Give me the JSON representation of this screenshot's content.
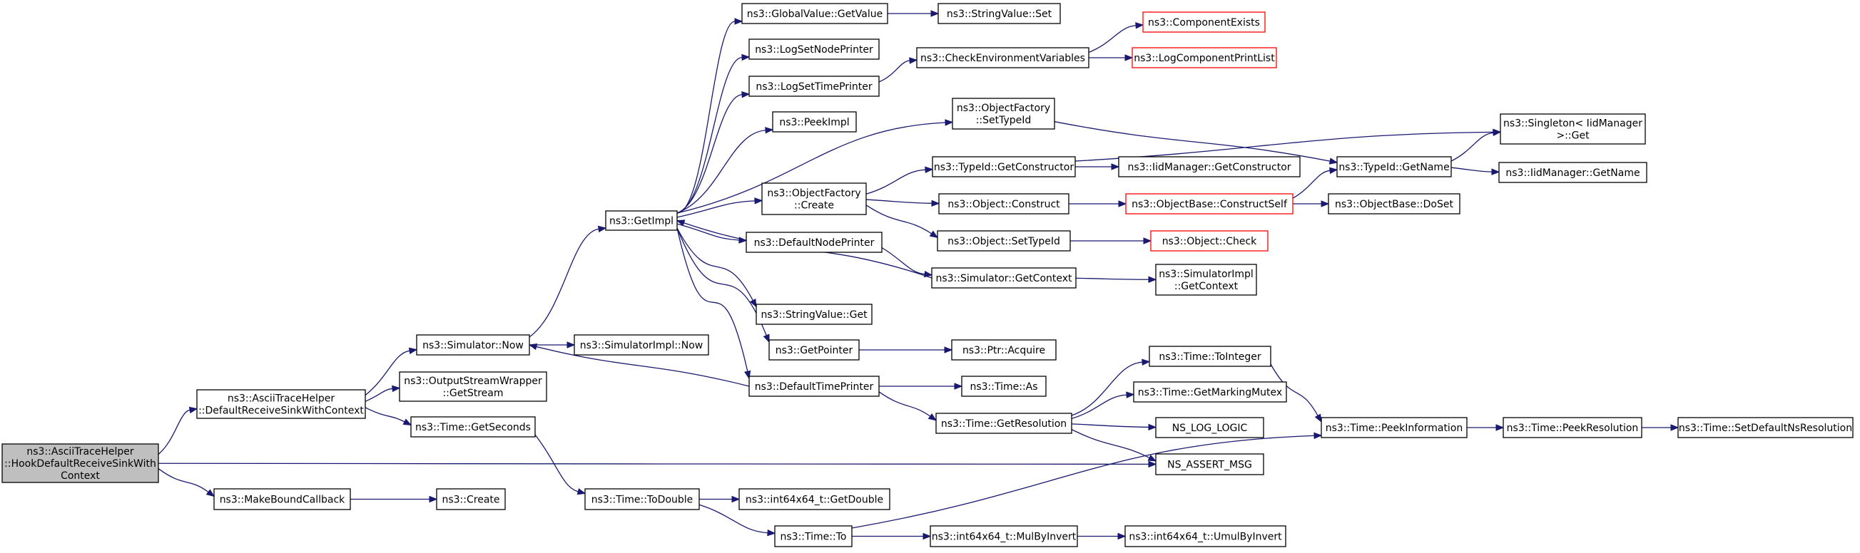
{
  "graph": {
    "colors": {
      "edge": "#191970",
      "node_border": "#000000",
      "external_border": "#ff0000",
      "root_fill": "#bfbfbf",
      "node_fill": "#ffffff"
    },
    "nodes": [
      {
        "id": "root",
        "lines": [
          "ns3::AsciiTraceHelper",
          "::HookDefaultReceiveSinkWith",
          "Context"
        ],
        "style": "root"
      },
      {
        "id": "drswc",
        "lines": [
          "ns3::AsciiTraceHelper",
          "::DefaultReceiveSinkWithContext"
        ]
      },
      {
        "id": "makebound",
        "lines": [
          "ns3::MakeBoundCallback"
        ]
      },
      {
        "id": "create",
        "lines": [
          "ns3::Create"
        ]
      },
      {
        "id": "simnow",
        "lines": [
          "ns3::Simulator::Now"
        ]
      },
      {
        "id": "oswgs",
        "lines": [
          "ns3::OutputStreamWrapper",
          "::GetStream"
        ]
      },
      {
        "id": "getseconds",
        "lines": [
          "ns3::Time::GetSeconds"
        ]
      },
      {
        "id": "simimplnow",
        "lines": [
          "ns3::SimulatorImpl::Now"
        ]
      },
      {
        "id": "getimpl",
        "lines": [
          "ns3::GetImpl"
        ]
      },
      {
        "id": "todouble",
        "lines": [
          "ns3::Time::ToDouble"
        ]
      },
      {
        "id": "gvgetvalue",
        "lines": [
          "ns3::GlobalValue::GetValue"
        ]
      },
      {
        "id": "logsetnode",
        "lines": [
          "ns3::LogSetNodePrinter"
        ]
      },
      {
        "id": "logsettime",
        "lines": [
          "ns3::LogSetTimePrinter"
        ]
      },
      {
        "id": "peekimpl",
        "lines": [
          "ns3::PeekImpl"
        ]
      },
      {
        "id": "ofcreate",
        "lines": [
          "ns3::ObjectFactory",
          "::Create"
        ]
      },
      {
        "id": "defnodeprinter",
        "lines": [
          "ns3::DefaultNodePrinter"
        ]
      },
      {
        "id": "stringget",
        "lines": [
          "ns3::StringValue::Get"
        ]
      },
      {
        "id": "getpointer",
        "lines": [
          "ns3::GetPointer"
        ]
      },
      {
        "id": "deftimeprinter",
        "lines": [
          "ns3::DefaultTimePrinter"
        ]
      },
      {
        "id": "timeto",
        "lines": [
          "ns3::Time::To"
        ]
      },
      {
        "id": "stringset",
        "lines": [
          "ns3::StringValue::Set"
        ]
      },
      {
        "id": "checkenv",
        "lines": [
          "ns3::CheckEnvironmentVariables"
        ]
      },
      {
        "id": "ofsettypeid",
        "lines": [
          "ns3::ObjectFactory",
          "::SetTypeId"
        ]
      },
      {
        "id": "tidgetctor",
        "lines": [
          "ns3::TypeId::GetConstructor"
        ]
      },
      {
        "id": "objconstruct",
        "lines": [
          "ns3::Object::Construct"
        ]
      },
      {
        "id": "objsettypeid",
        "lines": [
          "ns3::Object::SetTypeId"
        ]
      },
      {
        "id": "simgetctx",
        "lines": [
          "ns3::Simulator::GetContext"
        ]
      },
      {
        "id": "ptracquire",
        "lines": [
          "ns3::Ptr::Acquire"
        ]
      },
      {
        "id": "timeas",
        "lines": [
          "ns3::Time::As"
        ]
      },
      {
        "id": "getres",
        "lines": [
          "ns3::Time::GetResolution"
        ]
      },
      {
        "id": "i64getdouble",
        "lines": [
          "ns3::int64x64_t::GetDouble"
        ]
      },
      {
        "id": "i64mulbyinv",
        "lines": [
          "ns3::int64x64_t::MulByInvert"
        ]
      },
      {
        "id": "compexists",
        "lines": [
          "ns3::ComponentExists"
        ],
        "style": "ext"
      },
      {
        "id": "logcompprint",
        "lines": [
          "ns3::LogComponentPrintList"
        ],
        "style": "ext"
      },
      {
        "id": "iidgetctor",
        "lines": [
          "ns3::IidManager::GetConstructor"
        ]
      },
      {
        "id": "objbaseconst",
        "lines": [
          "ns3::ObjectBase::ConstructSelf"
        ],
        "style": "ext"
      },
      {
        "id": "objcheck",
        "lines": [
          "ns3::Object::Check"
        ],
        "style": "ext"
      },
      {
        "id": "simimplctx",
        "lines": [
          "ns3::SimulatorImpl",
          "::GetContext"
        ]
      },
      {
        "id": "toint",
        "lines": [
          "ns3::Time::ToInteger"
        ]
      },
      {
        "id": "markingmutex",
        "lines": [
          "ns3::Time::GetMarkingMutex"
        ]
      },
      {
        "id": "nslogic",
        "lines": [
          "NS_LOG_LOGIC"
        ]
      },
      {
        "id": "nsassert",
        "lines": [
          "NS_ASSERT_MSG"
        ]
      },
      {
        "id": "i64umul",
        "lines": [
          "ns3::int64x64_t::UmulByInvert"
        ]
      },
      {
        "id": "tidgetname",
        "lines": [
          "ns3::TypeId::GetName"
        ]
      },
      {
        "id": "objbasedoset",
        "lines": [
          "ns3::ObjectBase::DoSet"
        ]
      },
      {
        "id": "peekinfo",
        "lines": [
          "ns3::Time::PeekInformation"
        ]
      },
      {
        "id": "singleton",
        "lines": [
          "ns3::Singleton< IidManager",
          ">::Get"
        ]
      },
      {
        "id": "iidgetname",
        "lines": [
          "ns3::IidManager::GetName"
        ]
      },
      {
        "id": "peekres",
        "lines": [
          "ns3::Time::PeekResolution"
        ]
      },
      {
        "id": "setdefres",
        "lines": [
          "ns3::Time::SetDefaultNsResolution"
        ]
      }
    ],
    "edges": [
      [
        "root",
        "drswc"
      ],
      [
        "root",
        "makebound"
      ],
      [
        "root",
        "nsassert"
      ],
      [
        "drswc",
        "simnow"
      ],
      [
        "drswc",
        "oswgs"
      ],
      [
        "drswc",
        "getseconds"
      ],
      [
        "makebound",
        "create"
      ],
      [
        "simnow",
        "simimplnow"
      ],
      [
        "simnow",
        "getimpl"
      ],
      [
        "getseconds",
        "todouble"
      ],
      [
        "getimpl",
        "gvgetvalue"
      ],
      [
        "getimpl",
        "logsetnode"
      ],
      [
        "getimpl",
        "logsettime"
      ],
      [
        "getimpl",
        "peekimpl"
      ],
      [
        "getimpl",
        "ofsettypeid"
      ],
      [
        "getimpl",
        "ofcreate"
      ],
      [
        "getimpl",
        "defnodeprinter"
      ],
      [
        "getimpl",
        "stringget"
      ],
      [
        "getimpl",
        "getpointer"
      ],
      [
        "getimpl",
        "deftimeprinter"
      ],
      [
        "gvgetvalue",
        "stringset"
      ],
      [
        "logsettime",
        "checkenv"
      ],
      [
        "checkenv",
        "compexists"
      ],
      [
        "checkenv",
        "logcompprint"
      ],
      [
        "ofsettypeid",
        "tidgetname"
      ],
      [
        "ofcreate",
        "tidgetctor"
      ],
      [
        "ofcreate",
        "objconstruct"
      ],
      [
        "ofcreate",
        "objsettypeid"
      ],
      [
        "defnodeprinter",
        "simgetctx"
      ],
      [
        "simgetctx",
        "getimpl"
      ],
      [
        "simgetctx",
        "simimplctx"
      ],
      [
        "getpointer",
        "ptracquire"
      ],
      [
        "deftimeprinter",
        "simnow"
      ],
      [
        "deftimeprinter",
        "timeas"
      ],
      [
        "deftimeprinter",
        "getres"
      ],
      [
        "tidgetctor",
        "iidgetctor"
      ],
      [
        "tidgetctor",
        "singleton"
      ],
      [
        "objconstruct",
        "objbaseconst"
      ],
      [
        "objsettypeid",
        "objcheck"
      ],
      [
        "objbaseconst",
        "tidgetname"
      ],
      [
        "objbaseconst",
        "objbasedoset"
      ],
      [
        "tidgetname",
        "singleton"
      ],
      [
        "tidgetname",
        "iidgetname"
      ],
      [
        "getres",
        "toint"
      ],
      [
        "getres",
        "markingmutex"
      ],
      [
        "getres",
        "nslogic"
      ],
      [
        "getres",
        "nsassert"
      ],
      [
        "toint",
        "peekinfo"
      ],
      [
        "todouble",
        "i64getdouble"
      ],
      [
        "todouble",
        "timeto"
      ],
      [
        "timeto",
        "peekinfo"
      ],
      [
        "timeto",
        "i64mulbyinv"
      ],
      [
        "i64mulbyinv",
        "i64umul"
      ],
      [
        "peekinfo",
        "peekres"
      ],
      [
        "peekres",
        "setdefres"
      ]
    ]
  }
}
